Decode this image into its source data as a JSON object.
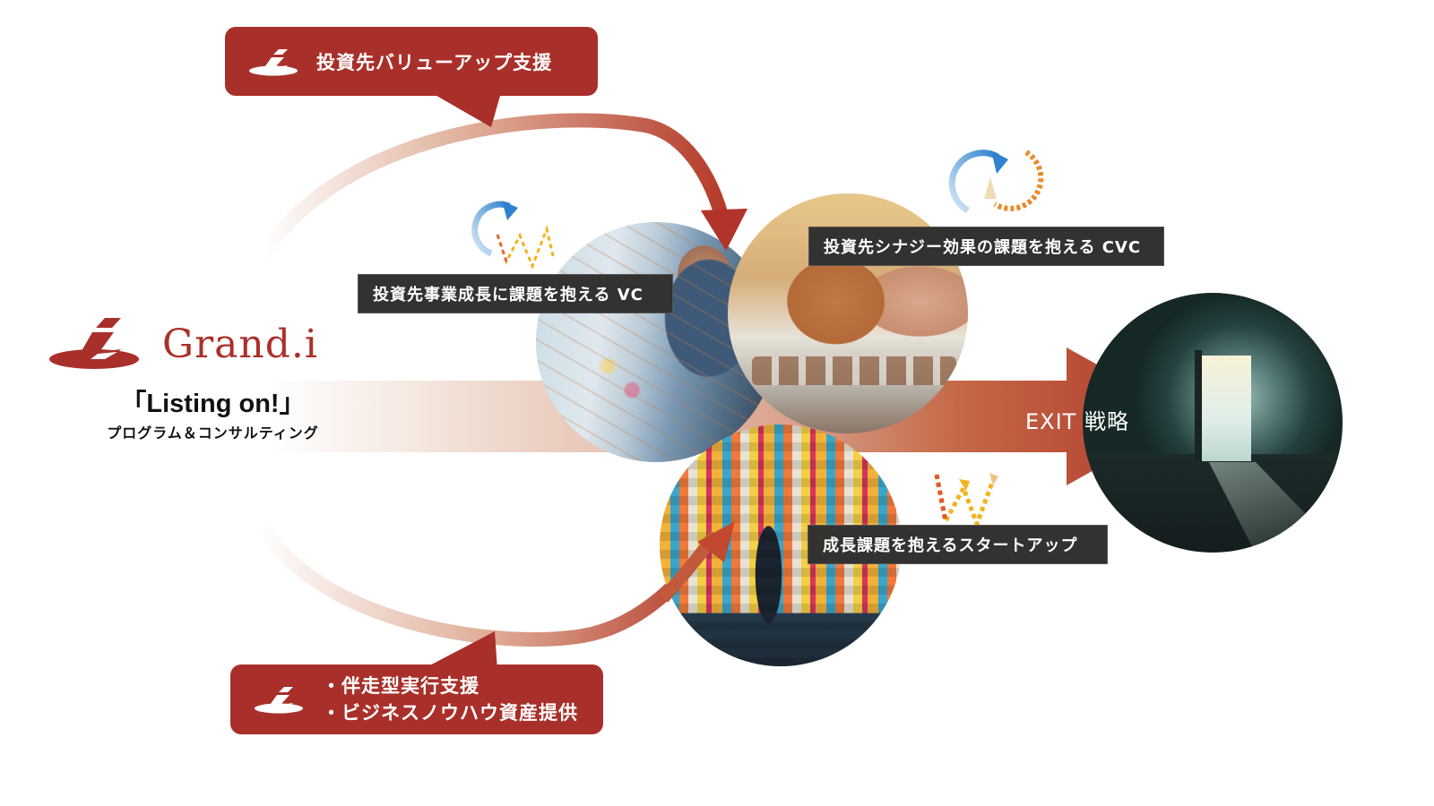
{
  "brand": {
    "name": "Grand.i",
    "logo_icon": "grand-i-logo-icon",
    "color": "#a9302a"
  },
  "program": {
    "title": "「Listing on!」",
    "subtitle": "プログラム＆コンサルティング"
  },
  "callouts": {
    "top": {
      "icon": "grand-i-logo-icon",
      "text": "投資先バリューアップ支援"
    },
    "bottom": {
      "icon": "grand-i-logo-icon",
      "lines": [
        "・伴走型実行支援",
        "・ビジネスノウハウ資産提供"
      ]
    }
  },
  "targets": [
    {
      "label": "投資先事業成長に課題を抱える VC",
      "image": "team-whiteboard-photo"
    },
    {
      "label": "投資先シナジー効果の課題を抱える CVC",
      "image": "puzzle-pieces-photo"
    },
    {
      "label": "成長課題を抱えるスタートアップ",
      "image": "sticky-notes-wall-photo"
    }
  ],
  "exit": {
    "label": "EXIT 戦略",
    "image": "open-door-photo"
  },
  "decorations": [
    "cycle-zigzag-icon",
    "cycle-dashed-ring-icon",
    "zigzag-arrows-icon"
  ],
  "colors": {
    "accent_red": "#a9302a",
    "arrow_red": "#b6412c",
    "label_bg": "#333231",
    "band_light": "#f4e6dd",
    "cycle_blue": "#3a8ad0",
    "zigzag_orange": "#e8783a",
    "zigzag_yellow": "#f2b31e"
  }
}
